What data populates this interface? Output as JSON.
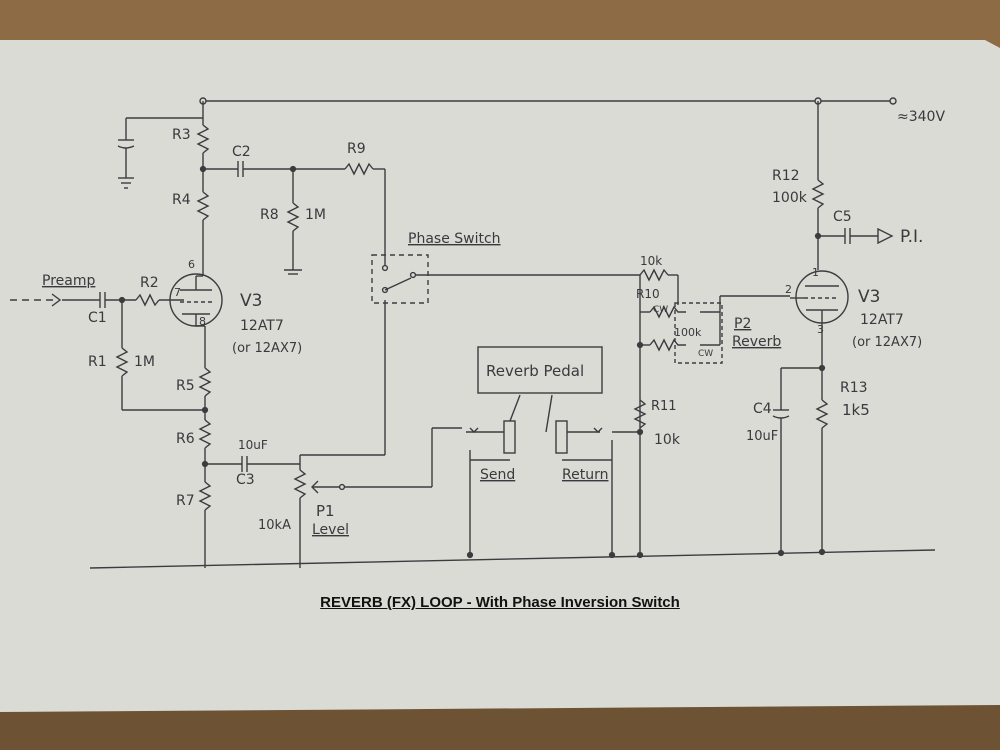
{
  "supply": {
    "voltage": "≈340V"
  },
  "labels": {
    "preamp": "Preamp",
    "c1": "C1",
    "r2": "R2",
    "r1": "R1",
    "r1_val": "1M",
    "r3": "R3",
    "r4": "R4",
    "c2": "C2",
    "r9": "R9",
    "r8": "R8",
    "r8_val": "1M",
    "v3_left_name": "V3",
    "v3_left_type": "12AT7",
    "v3_left_alt": "(or 12AX7)",
    "pin6": "6",
    "pin7": "7",
    "pin8": "8",
    "r5": "R5",
    "r6": "R6",
    "r7": "R7",
    "c3_val": "10uF",
    "c3": "C3",
    "p1": "P1",
    "p1_name": "Level",
    "p1_val": "10kA",
    "phase_switch": "Phase Switch",
    "reverb_pedal": "Reverb Pedal",
    "send": "Send",
    "return": "Return",
    "r10_val": "10k",
    "r10": "R10",
    "p2_val": "100k",
    "cw1": "CW",
    "cw2": "CW",
    "p2": "P2",
    "p2_name": "Reverb",
    "r11": "R11",
    "r11_val": "10k",
    "r12": "R12",
    "r12_val": "100k",
    "c5": "C5",
    "pi": "P.I.",
    "v3_right_name": "V3",
    "v3_right_type": "12AT7",
    "v3_right_alt": "(or 12AX7)",
    "pin1": "1",
    "pin2": "2",
    "pin3": "3",
    "c4": "C4",
    "c4_val": "10uF",
    "r13": "R13",
    "r13_val": "1k5"
  },
  "caption": "REVERB (FX) LOOP - With Phase Inversion Switch"
}
